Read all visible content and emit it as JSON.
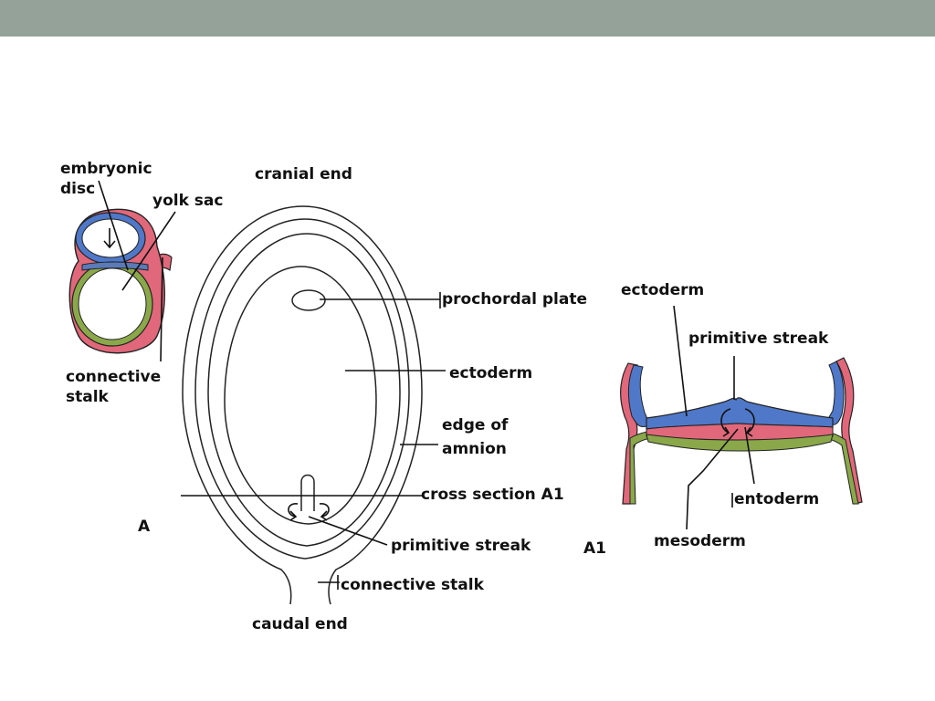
{
  "colors": {
    "band": "#94a29a",
    "pink": "#e0687a",
    "blue": "#4f78c8",
    "green": "#8aa84a",
    "outline": "#222222",
    "text": "#111111"
  },
  "fig_small": {
    "embryonic": "embryonic",
    "disc": "disc",
    "yolk_sac": "yolk sac",
    "connective": "connective",
    "stalk": "stalk",
    "letter": "A"
  },
  "fig_main": {
    "cranial_end": "cranial end",
    "prochordal_plate": "prochordal plate",
    "ectoderm": "ectoderm",
    "edge_of": "edge of",
    "amnion": "amnion",
    "cross_section": "cross section A1",
    "primitive_streak": "primitive streak",
    "connective_stalk": "connective stalk",
    "caudal_end": "caudal end"
  },
  "fig_section": {
    "ectoderm": "ectoderm",
    "primitive_streak": "primitive streak",
    "entoderm": "entoderm",
    "mesoderm": "mesoderm",
    "letter": "A1"
  }
}
